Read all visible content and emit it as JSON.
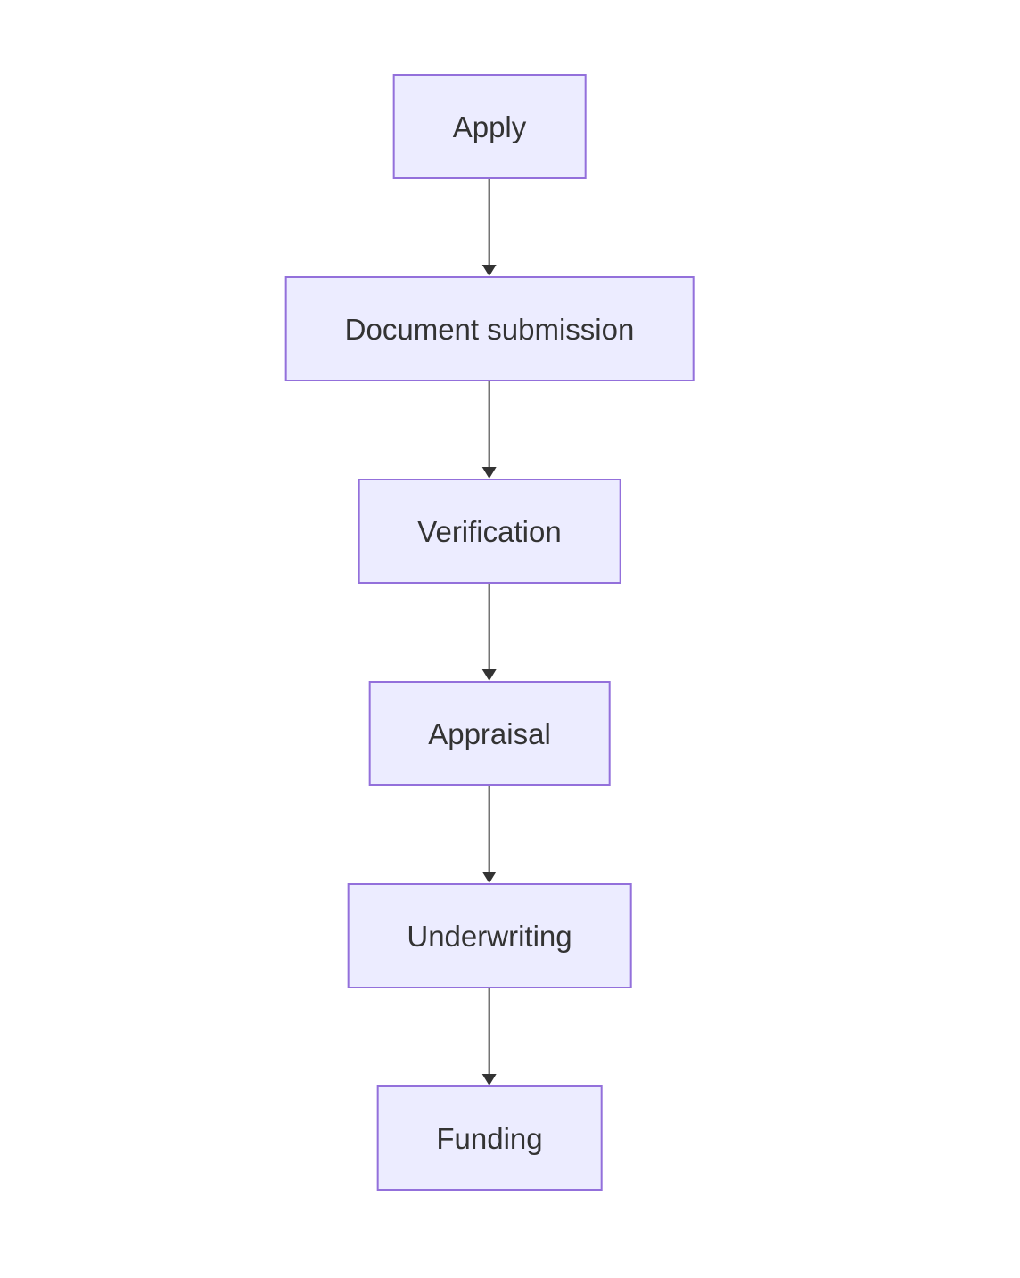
{
  "diagram": {
    "type": "flowchart",
    "direction": "top-down",
    "nodes": [
      {
        "id": "apply",
        "label": "Apply"
      },
      {
        "id": "document-submission",
        "label": "Document submission"
      },
      {
        "id": "verification",
        "label": "Verification"
      },
      {
        "id": "appraisal",
        "label": "Appraisal"
      },
      {
        "id": "underwriting",
        "label": "Underwriting"
      },
      {
        "id": "funding",
        "label": "Funding"
      }
    ],
    "edges": [
      {
        "from": "apply",
        "to": "document-submission"
      },
      {
        "from": "document-submission",
        "to": "verification"
      },
      {
        "from": "verification",
        "to": "appraisal"
      },
      {
        "from": "appraisal",
        "to": "underwriting"
      },
      {
        "from": "underwriting",
        "to": "funding"
      }
    ],
    "colors": {
      "node_fill": "#ECECFF",
      "node_border": "#9370DB",
      "text": "#333333",
      "arrow": "#333333",
      "background": "#ffffff"
    }
  }
}
